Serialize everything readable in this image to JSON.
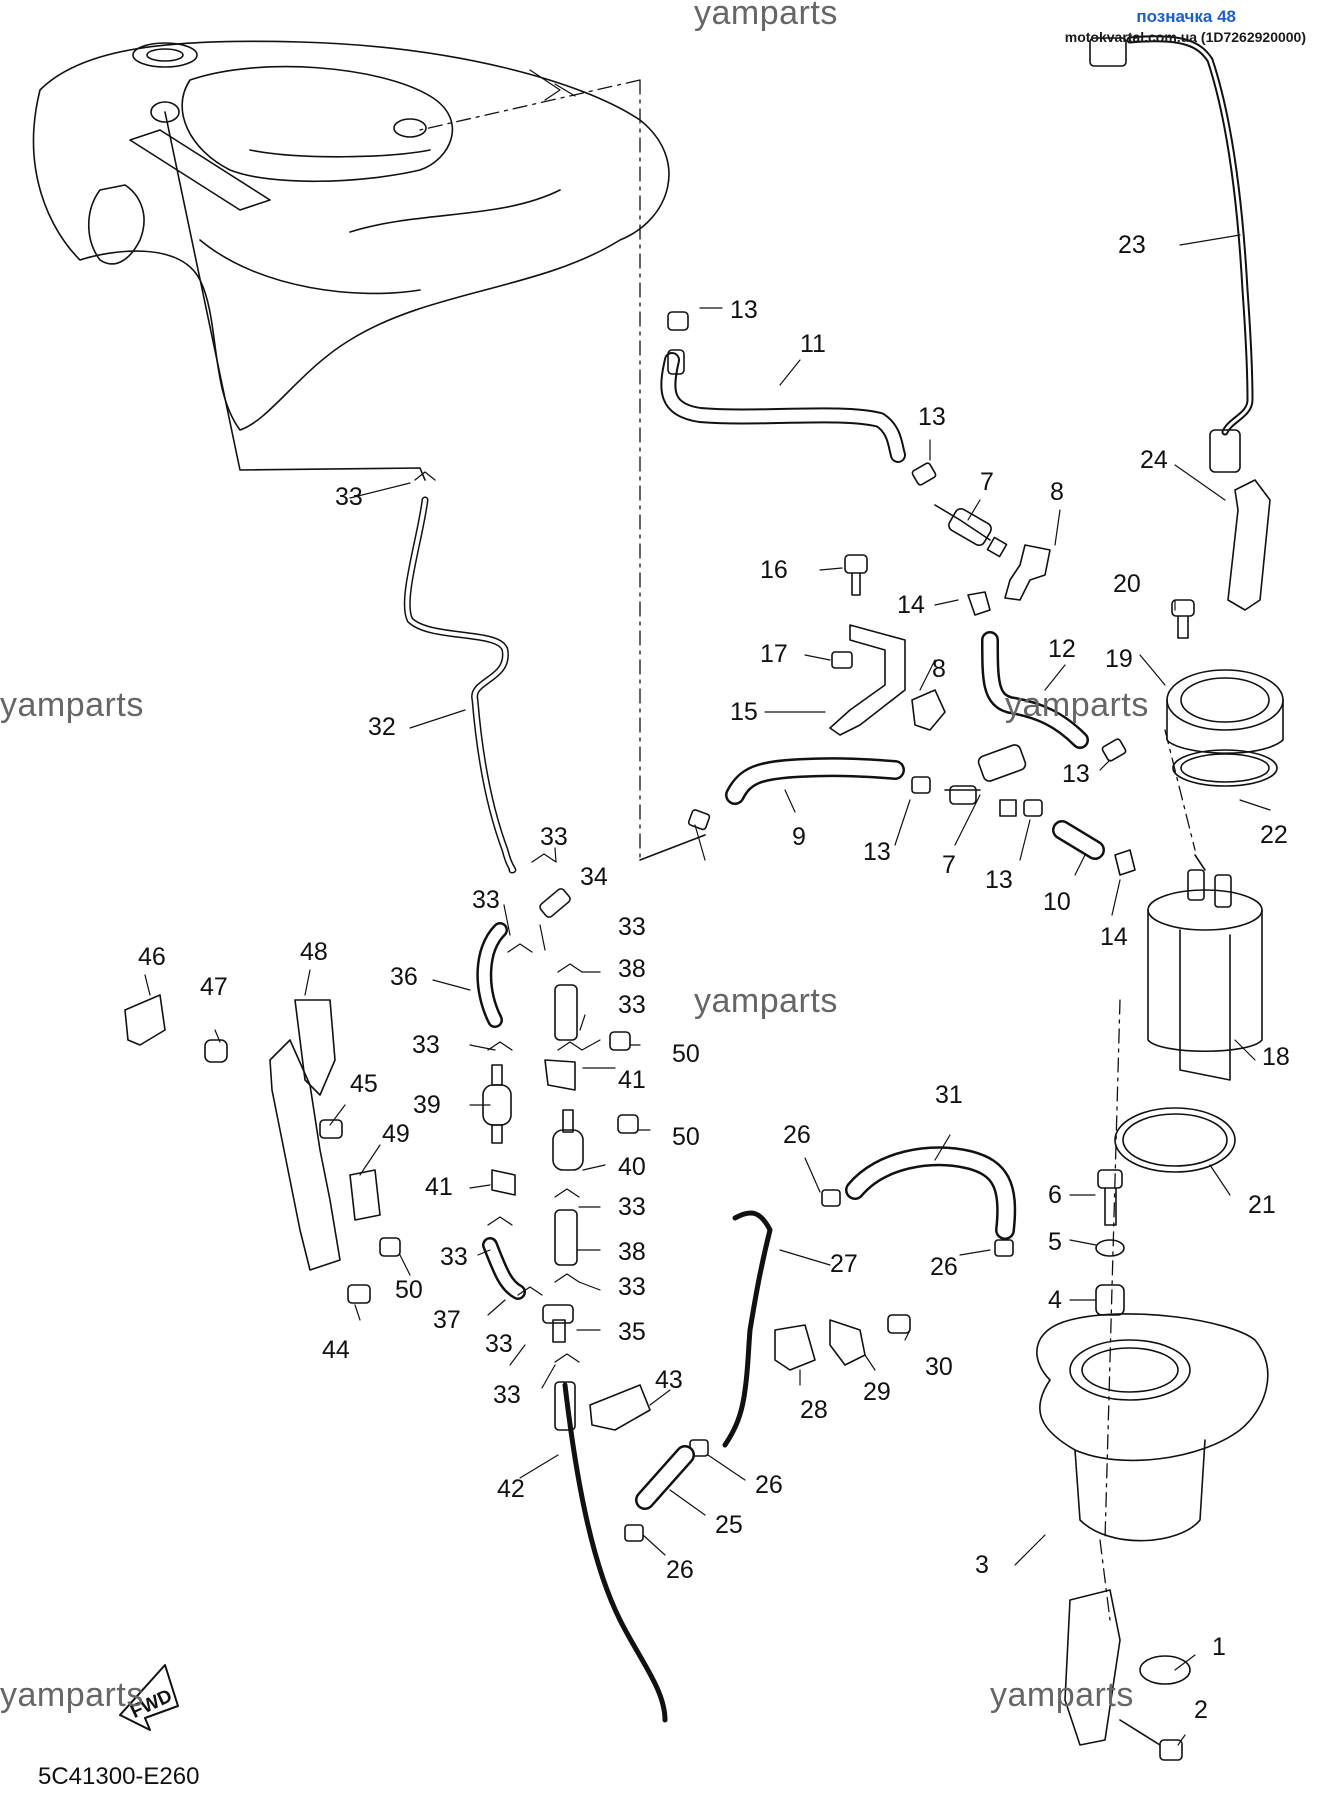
{
  "header": {
    "badge_title": "позначка 48",
    "badge_subtitle": "motokvartal.com.ua (1D7262920000)"
  },
  "watermarks": [
    "yamparts",
    "yamparts",
    "yamparts",
    "yamparts",
    "yamparts",
    "yamparts"
  ],
  "diagram_code": "5C41300-E260",
  "fwd_label": "FWD",
  "callouts": [
    "13",
    "11",
    "13",
    "7",
    "8",
    "23",
    "24",
    "16",
    "14",
    "20",
    "17",
    "12",
    "19",
    "8",
    "15",
    "13",
    "9",
    "7",
    "13",
    "13",
    "10",
    "14",
    "22",
    "33",
    "32",
    "33",
    "34",
    "33",
    "33",
    "36",
    "38",
    "33",
    "46",
    "47",
    "48",
    "33",
    "50",
    "45",
    "39",
    "41",
    "50",
    "40",
    "49",
    "41",
    "33",
    "38",
    "50",
    "33",
    "33",
    "37",
    "35",
    "44",
    "33",
    "33",
    "43",
    "42",
    "26",
    "31",
    "27",
    "26",
    "6",
    "5",
    "4",
    "30",
    "29",
    "28",
    "26",
    "25",
    "26",
    "21",
    "18",
    "3",
    "1",
    "2"
  ]
}
